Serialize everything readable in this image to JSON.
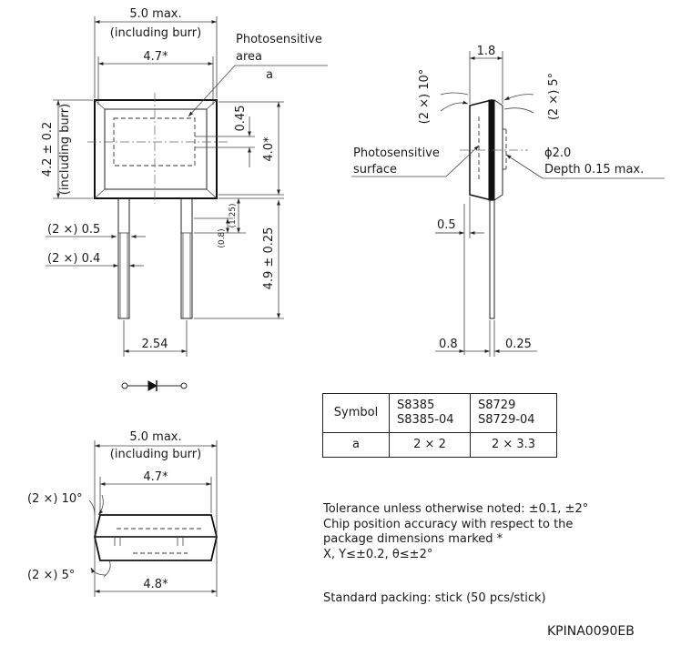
{
  "front_view": {
    "width_max": "5.0 max.",
    "including_burr": "(including burr)",
    "width_47": "4.7*",
    "photosensitive_area": "Photosensitive",
    "area_word": "area",
    "area_symbol": "a",
    "height": "4.2 ± 0.2",
    "height_burr": "(including burr)",
    "dim_045": "0.45",
    "dim_40": "4.0*",
    "lead_05": "(2 ×) 0.5",
    "lead_04": "(2 ×) 0.4",
    "dim_125": "(1.25)",
    "dim_08": "(0.8)",
    "lead_len": "4.9 ± 0.25",
    "pitch": "2.54"
  },
  "side_view": {
    "thickness": "1.8",
    "angle_10": "(2 ×) 10°",
    "angle_5": "(2 ×) 5°",
    "photosensitive_surface_1": "Photosensitive",
    "photosensitive_surface_2": "surface",
    "phi": "ϕ2.0",
    "depth": "Depth 0.15 max.",
    "dim_05": "0.5",
    "dim_08": "0.8",
    "dim_025": "0.25"
  },
  "bottom_view": {
    "width_max": "5.0 max.",
    "including_burr": "(including burr)",
    "width_47": "4.7*",
    "angle_10": "(2 ×) 10°",
    "angle_5": "(2 ×) 5°",
    "width_48": "4.8*"
  },
  "table": {
    "header_symbol": "Symbol",
    "col1_line1": "S8385",
    "col1_line2": "S8385-04",
    "col2_line1": "S8729",
    "col2_line2": "S8729-04",
    "row_symbol": "a",
    "row_col1": "2 × 2",
    "row_col2": "2 × 3.3"
  },
  "notes": {
    "line1": "Tolerance unless otherwise noted: ±0.1, ±2°",
    "line2": "Chip position accuracy with respect to the",
    "line3": "package dimensions marked *",
    "line4": "X, Y≤±0.2, θ≤±2°"
  },
  "packing": "Standard packing: stick (50 pcs/stick)",
  "drawing_code": "KPINA0090EB"
}
